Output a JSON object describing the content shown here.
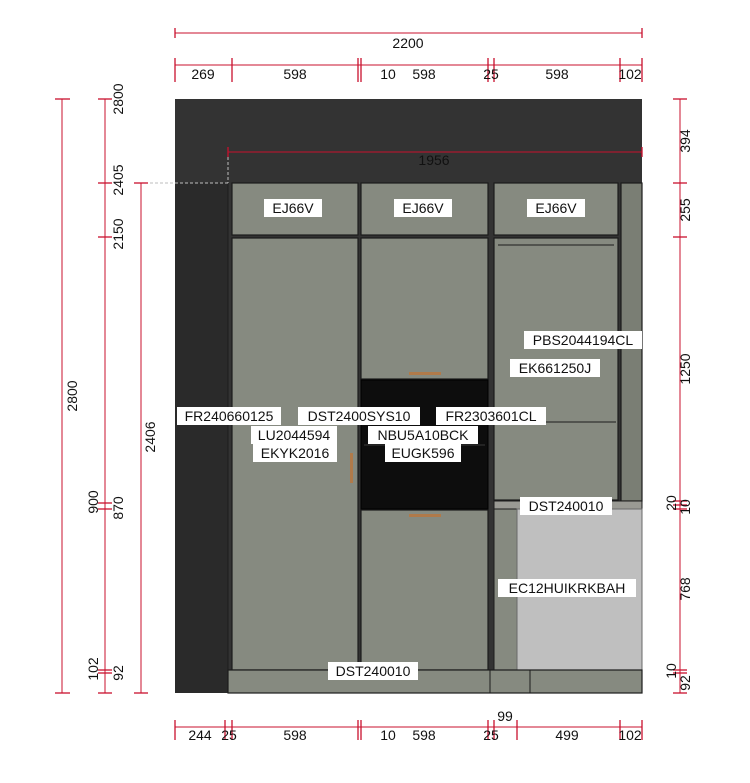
{
  "dimensions": {
    "top_total": "2200",
    "top_row": [
      "269",
      "598",
      "10",
      "598",
      "25",
      "598",
      "102"
    ],
    "soffit_width": "1956",
    "bottom_row": [
      "244",
      "25",
      "598",
      "10",
      "598",
      "25",
      "499",
      "102"
    ],
    "bottom_gap": "99",
    "left_total_height": "2800",
    "tall_height": "2406",
    "left_levels": [
      "2800",
      "2405",
      "2150",
      "900",
      "870",
      "102",
      "92"
    ],
    "right_levels": [
      "394",
      "255",
      "1250",
      "20",
      "10",
      "768",
      "10",
      "92"
    ]
  },
  "codes": {
    "top_units": [
      "EJ66V",
      "EJ66V",
      "EJ66V"
    ],
    "tall_right_1": "PBS2044194CL",
    "tall_right_2": "EK661250J",
    "left_panel": "FR240660125",
    "center_panel": "DST2400SYS10",
    "right_panel": "FR2303601CL",
    "tall_left_1": "LU2044594",
    "tall_left_2": "EKYK2016",
    "oven_1": "NBU5A10BCK",
    "oven_2": "EUGK596",
    "worktop": "DST240010",
    "base_unit": "EC12HUIKRKBAH",
    "plinth": "DST240010"
  },
  "colors": {
    "wall": "#333333",
    "cabinet": "#868a80",
    "cabinet_dark": "#7a7e74",
    "appliance": "#0d0d0d",
    "base_unit": "#bfbfbf",
    "dimension": "#c8102e",
    "handle": "#b07a4a"
  }
}
